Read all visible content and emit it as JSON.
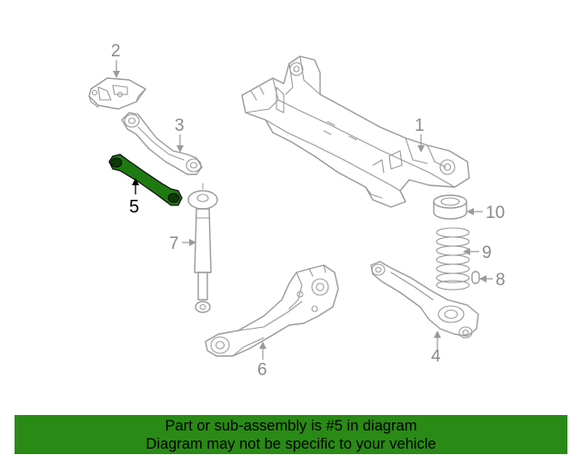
{
  "colors": {
    "highlight": "#1f7a12",
    "banner": "#2a8a16",
    "line": "#9a9a9a",
    "callout_text": "#8a8a8a"
  },
  "callouts": {
    "c1": "1",
    "c2": "2",
    "c3": "3",
    "c4": "4",
    "c5": "5",
    "c6": "6",
    "c7": "7",
    "c8": "8",
    "c9": "9",
    "c10": "10"
  },
  "banner": {
    "line1": "Part or sub-assembly is #5 in diagram",
    "line2": "Diagram may not be specific to your vehicle"
  }
}
